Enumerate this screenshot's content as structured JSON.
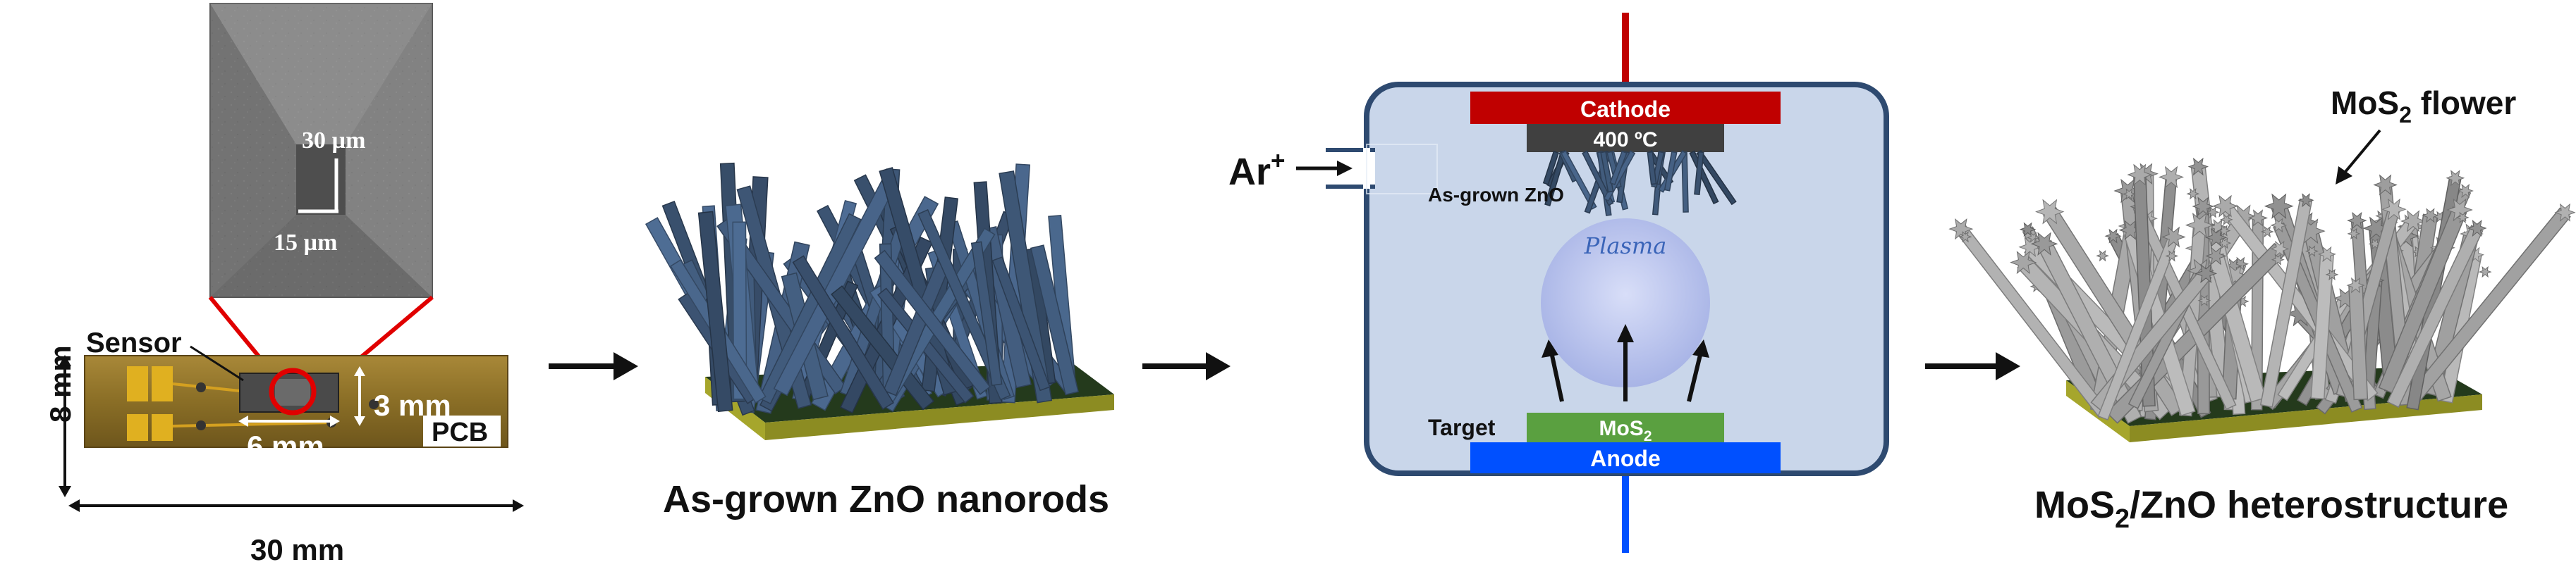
{
  "device": {
    "sem_scale_vertical": "30 µm",
    "sem_scale_horizontal": "15 µm",
    "sensor_label": "Sensor",
    "pcb_label": "PCB",
    "dim_height": "3 mm",
    "dim_width": "6 mm",
    "board_height": "8 mm",
    "board_width": "30 mm"
  },
  "step1": {
    "caption": "As-grown ZnO nanorods"
  },
  "chamber": {
    "cathode": "Cathode",
    "temperature": "400 ºC",
    "gas": "Ar",
    "gas_charge": "+",
    "sample_label": "As-grown ZnO",
    "plasma": "Plasma",
    "target_label": "Target",
    "target_material": "MoS",
    "target_material_sub": "2",
    "anode": "Anode"
  },
  "step2": {
    "flower_label": "MoS",
    "flower_sub": "2",
    "flower_suffix": " flower",
    "caption_a": "MoS",
    "caption_sub": "2",
    "caption_b": "/ZnO heterostructure"
  },
  "colors": {
    "nanorod": "#3f5878",
    "flower_rod": "#9a9a9a",
    "chamber_fill": "#c9d6ea",
    "chamber_border": "#2e4a70",
    "cathode": "#c00000",
    "anode": "#0050ff",
    "target": "#5aa040",
    "heater": "#404040",
    "substrate_top": "#2a4020",
    "substrate_side": "#b0b030",
    "lead": "#c00000"
  }
}
